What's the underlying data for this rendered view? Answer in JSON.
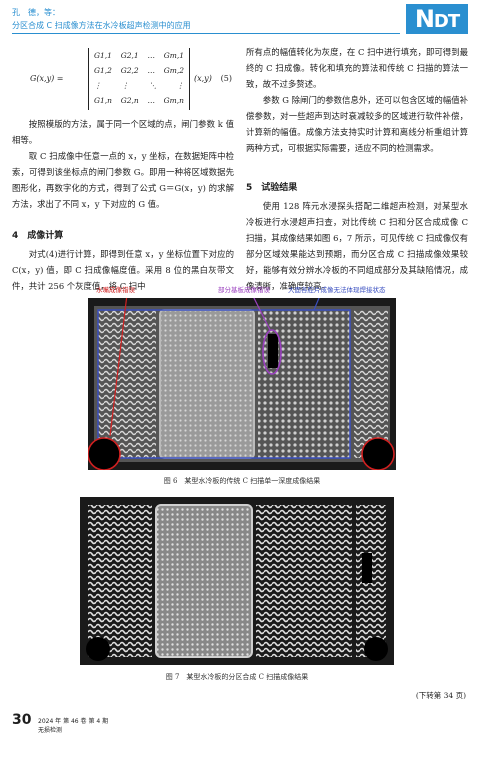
{
  "header": {
    "authors": "孔　德，等：",
    "title": "分区合成 C 扫成像方法在水冷板超声检测中的应用",
    "logo_main": "N",
    "logo_rest": "DT"
  },
  "equation": {
    "lhs": "G(x,y) =",
    "rows": [
      [
        "G1,1",
        "G2,1",
        "…",
        "Gm,1"
      ],
      [
        "G1,2",
        "G2,2",
        "…",
        "Gm,2"
      ],
      [
        "⋮",
        "⋮",
        "⋱",
        "⋮"
      ],
      [
        "G1,n",
        "G2,n",
        "…",
        "Gm,n"
      ]
    ],
    "rhs": "(x,y)",
    "number": "(5)"
  },
  "left_column": {
    "p1": "按照模版的方法，属于同一个区域的点，闸门参数 k 值相等。",
    "p2": "取 C 扫成像中任意一点的 x，y 坐标，在数据矩阵中检索，可得到该坐标点的闸门参数 G。即用一种将区域数据先图形化，再数字化的方式，得到了公式 G＝G(x，y) 的求解方法，求出了不同 x，y 下对应的 G 值。",
    "section4_heading": "4　成像计算",
    "p3": "对式(4)进行计算，即得到任意 x，y 坐标位置下对应的 C(x，y) 值，即 C 扫成像幅度值。采用 8 位的黑白灰带文件，共计 256 个灰度值，将 C 扫中"
  },
  "right_column": {
    "p1": "所有点的幅值转化为灰度，在 C 扫中进行填充，即可得到最终的 C 扫成像。转化和填充的算法和传统 C 扫描的算法一致，故不过多赘述。",
    "p2": "参数 G 除闸门的参数信息外，还可以包含区域的幅值补偿参数，对一些超声到达时衰减较多的区域进行软件补偿，计算新的幅值。成像方法支持实时计算和离线分析重组计算两种方式，可根据实际需要，适应不同的检测需求。",
    "section5_heading": "5　试验结果",
    "p3": "使用 128 阵元水浸探头搭配二维超声检测，对某型水冷板进行水浸超声扫查，对比传统 C 扫和分区合成成像 C 扫描，其成像结果如图 6，7 所示，可见传统 C 扫成像仅有部分区域效果能达到预期，而分区合成 C 扫描成像效果较好，能够有效分辨水冷板的不同组成部分及其缺陷情况，成像清晰，准确度较高。"
  },
  "figure6": {
    "anno_left": "水嘴成像错误",
    "anno_mid": "部分基板成像错误",
    "anno_right": "大面各腔片成像无法体现焊接状态",
    "caption": "图 6　某型水冷板的传统 C 扫描单一深度成像结果"
  },
  "figure7": {
    "caption": "图 7　某型水冷板的分区合成 C 扫描成像结果"
  },
  "footer": {
    "continued": "(下转第 34 页)",
    "page_number": "30",
    "journal_line1": "2024 年 第 46 卷 第 4 期",
    "journal_line2": "无损检测"
  },
  "colors": {
    "accent": "#2a8fd0",
    "annotation_red": "#d02020",
    "annotation_blue": "#3a4fc0",
    "annotation_purple": "#9a3fbf"
  }
}
